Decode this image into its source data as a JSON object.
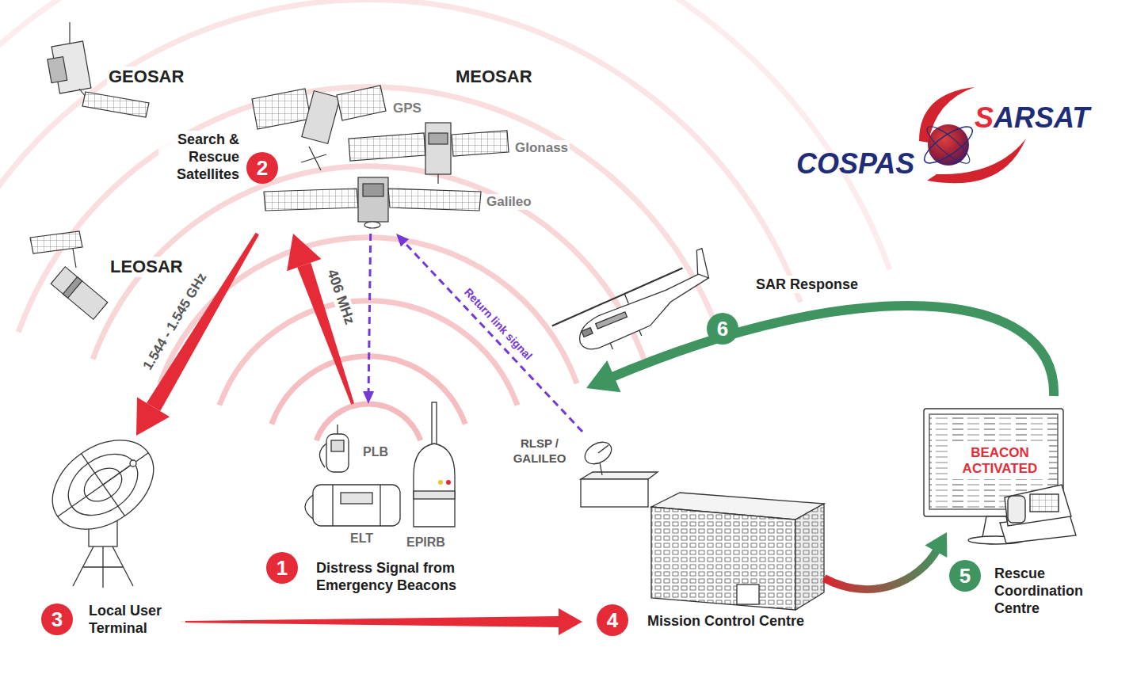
{
  "diagram": {
    "nodes": [
      {
        "text": [
          "1",
          "Distress Signal from Emergency Beacons"
        ]
      },
      {
        "text": [
          "2",
          "Search & Rescue Satellites"
        ]
      },
      {
        "text": [
          "3",
          "Local User Terminal"
        ]
      },
      {
        "text": [
          "4",
          "Mission Control Centre"
        ]
      },
      {
        "text": [
          "5",
          "Rescue Coordination Centre"
        ]
      },
      {
        "text": [
          "BEACON ACTIVATED"
        ],
        "in": 4
      },
      {
        "text": [
          "6",
          "SAR Response"
        ]
      },
      {
        "text": [
          "RLSP / GALILEO"
        ]
      }
    ],
    "edges": [
      {
        "from": 0,
        "to": 1,
        "label": "406 MHz",
        "arrow": "to"
      },
      {
        "from": 1,
        "to": 2,
        "label": "1.544 - 1.545 GHz",
        "arrow": "to"
      },
      {
        "from": 2,
        "to": 3,
        "arrow": "to"
      },
      {
        "from": 3,
        "to": 4,
        "arrow": "to"
      },
      {
        "from": 4,
        "to": 6,
        "arrow": "to"
      },
      {
        "from": 7,
        "to": 1,
        "label": "Return link signal",
        "arrow": "to"
      },
      {
        "from": 1,
        "to": 0,
        "arrow": "to"
      }
    ],
    "labels": [
      "GEOSAR",
      "MEOSAR",
      "LEOSAR",
      "GPS",
      "Glonass",
      "Galileo",
      "PLB",
      "ELT",
      "EPIRB",
      "COSPAS",
      "SARSAT"
    ]
  }
}
